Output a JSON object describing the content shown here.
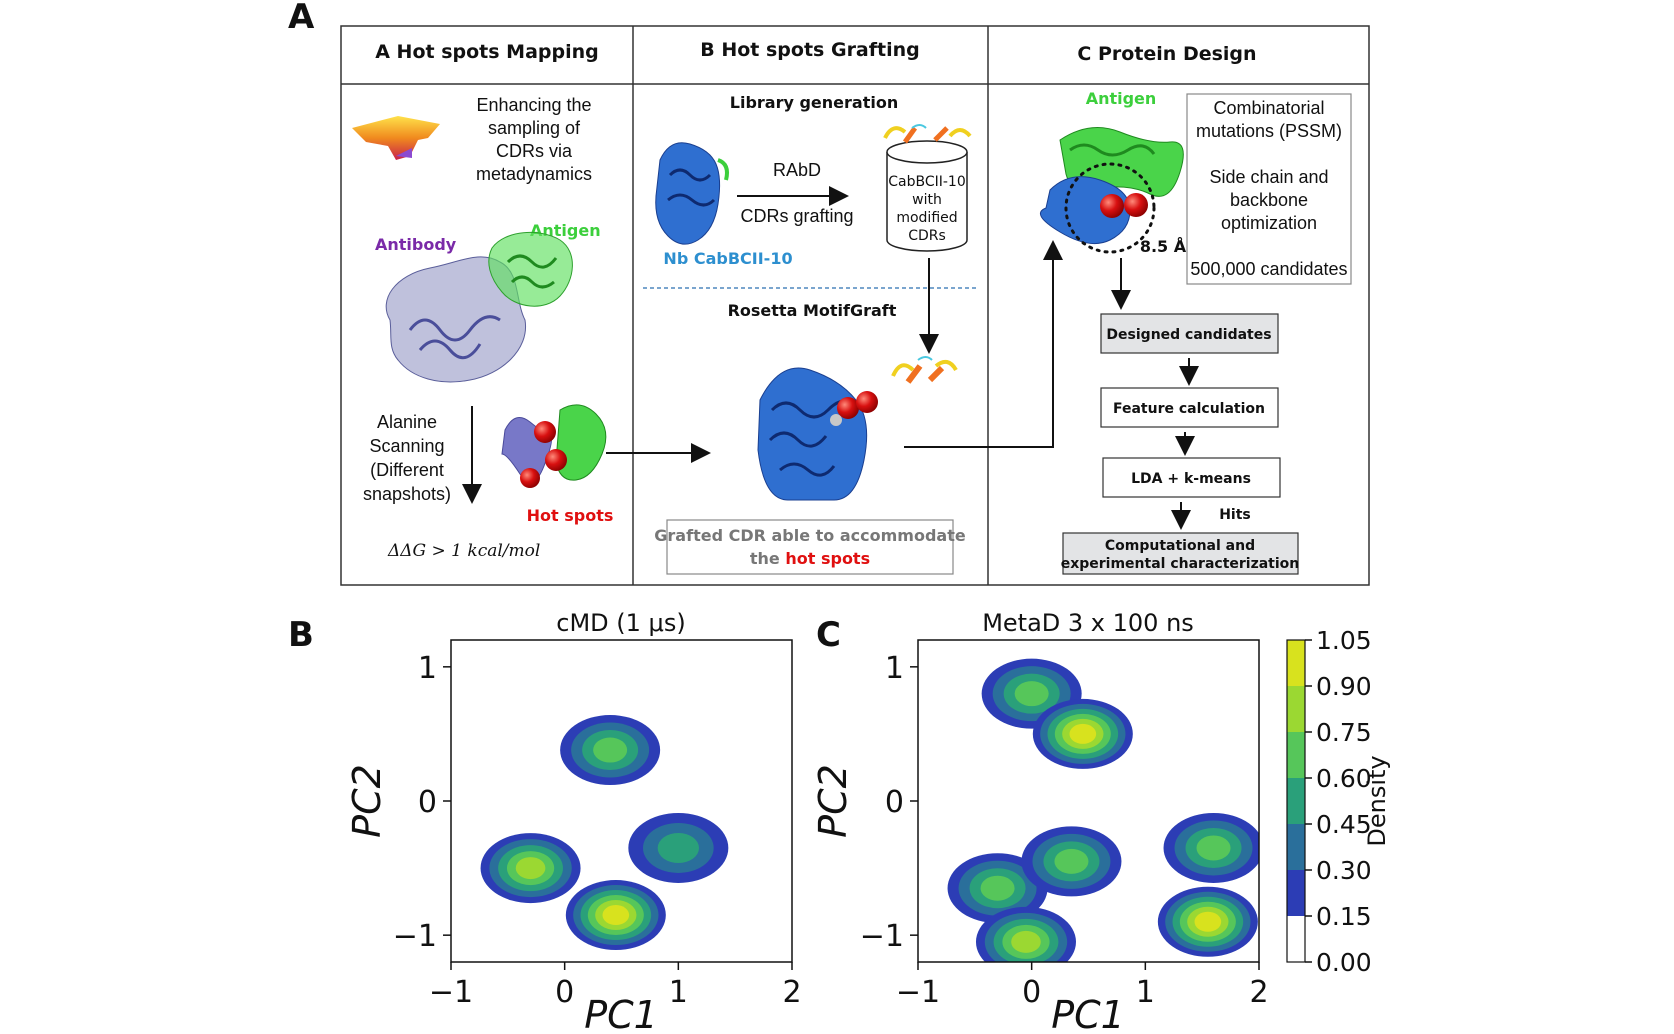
{
  "panel_labels": {
    "a": "A",
    "b": "B",
    "c": "C"
  },
  "section_a": {
    "title": "A Hot spots Mapping",
    "metad_text": [
      "Enhancing the",
      "sampling of",
      "CDRs via",
      "metadynamics"
    ],
    "antibody": "Antibody",
    "antigen": "Antigen",
    "alanine_text": [
      "Alanine",
      "Scanning",
      "(Different",
      "snapshots)"
    ],
    "hot_spots": "Hot spots",
    "formula": "ΔΔG > 1 kcal/mol"
  },
  "section_b": {
    "title": "B Hot spots Grafting",
    "library": "Library generation",
    "rabd": "RAbD",
    "cdrs_grafting": "CDRs grafting",
    "nb_label": "Nb CabBCII-10",
    "cylinder_text": [
      "CabBCII-10",
      "with",
      "modified",
      "CDRs"
    ],
    "motifgraft": "Rosetta MotifGraft",
    "grafted_line1": "Grafted CDR able to accommodate",
    "grafted_line2_pre": "the ",
    "grafted_line2_hot": "hot spots"
  },
  "section_c": {
    "title": "C Protein Design",
    "antigen": "Antigen",
    "box_text": [
      "Combinatorial",
      "mutations (PSSM)",
      "",
      "Side chain and",
      "backbone",
      "optimization",
      "",
      "500,000 candidates"
    ],
    "distance": "8.5 Å",
    "flow": [
      "Designed candidates",
      "Feature calculation",
      "LDA + k-means"
    ],
    "hits": "Hits",
    "final": [
      "Computational and",
      "experimental characterization"
    ]
  },
  "colors": {
    "contour_levels": [
      "#ffffff",
      "#2c3db5",
      "#2a6f9b",
      "#2aa07a",
      "#56c65a",
      "#9bd832",
      "#d8e21e"
    ],
    "antibody_color": "#7a2aa8",
    "antigen_color": "#3ccf3c",
    "nb_color": "#2d8fcf",
    "hot_color": "#e01010"
  },
  "chart_data": [
    {
      "type": "heatmap",
      "title": "cMD (1 μs)",
      "xlabel": "PC1",
      "ylabel": "PC2",
      "xlim": [
        -1,
        2
      ],
      "ylim": [
        -1.2,
        1.2
      ],
      "xticks": [
        "−1",
        "0",
        "1",
        "2"
      ],
      "yticks": [
        "−1",
        "0",
        "1"
      ],
      "ytick_values": [
        -1,
        0,
        1
      ],
      "xtick_values": [
        -1,
        0,
        1,
        2
      ],
      "density_peaks": [
        {
          "x": 0.4,
          "y": 0.38,
          "peak": 0.55
        },
        {
          "x": -0.3,
          "y": -0.5,
          "peak": 0.7
        },
        {
          "x": 0.45,
          "y": -0.85,
          "peak": 0.95
        },
        {
          "x": 1.0,
          "y": -0.35,
          "peak": 0.45
        }
      ]
    },
    {
      "type": "heatmap",
      "title": "MetaD 3 x 100 ns",
      "xlabel": "PC1",
      "ylabel": "",
      "xlim": [
        -1,
        2
      ],
      "ylim": [
        -1.2,
        1.2
      ],
      "xticks": [
        "−1",
        "0",
        "1",
        "2"
      ],
      "yticks": [
        "−1",
        "0",
        "1"
      ],
      "ytick_values": [
        -1,
        0,
        1
      ],
      "xtick_values": [
        -1,
        0,
        1,
        2
      ],
      "density_peaks": [
        {
          "x": 0.0,
          "y": 0.8,
          "peak": 0.6
        },
        {
          "x": 0.45,
          "y": 0.5,
          "peak": 0.85
        },
        {
          "x": 1.6,
          "y": -0.35,
          "peak": 0.6
        },
        {
          "x": 1.55,
          "y": -0.9,
          "peak": 0.9
        },
        {
          "x": -0.3,
          "y": -0.65,
          "peak": 0.55
        },
        {
          "x": 0.35,
          "y": -0.45,
          "peak": 0.6
        },
        {
          "x": -0.05,
          "y": -1.05,
          "peak": 0.7
        }
      ],
      "colorbar": {
        "label": "Density",
        "ticks": [
          "0.00",
          "0.15",
          "0.30",
          "0.45",
          "0.60",
          "0.75",
          "0.90",
          "1.05"
        ],
        "tick_values": [
          0.0,
          0.15,
          0.3,
          0.45,
          0.6,
          0.75,
          0.9,
          1.05
        ]
      }
    }
  ]
}
